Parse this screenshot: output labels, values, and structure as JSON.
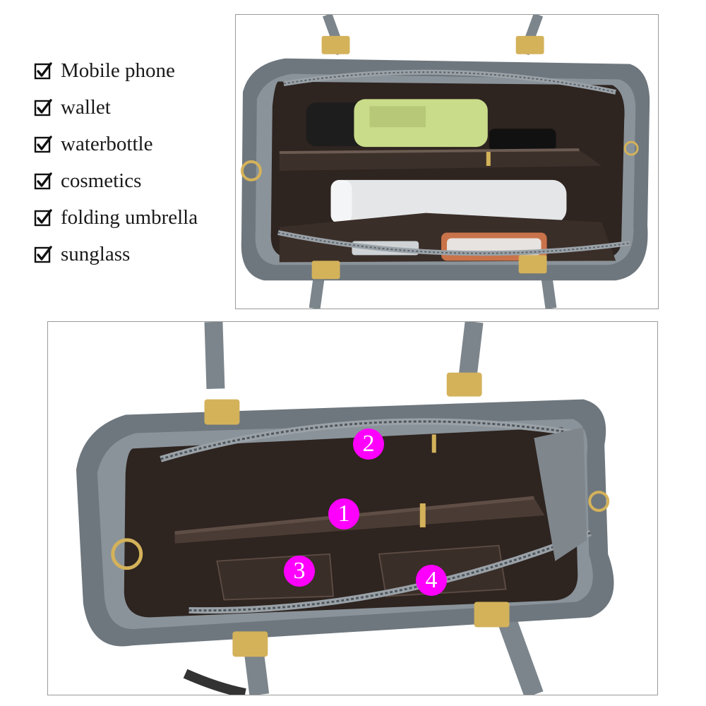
{
  "checklist": {
    "items": [
      {
        "label": "Mobile phone"
      },
      {
        "label": "wallet"
      },
      {
        "label": "waterbottle"
      },
      {
        "label": "cosmetics"
      },
      {
        "label": "folding umbrella"
      },
      {
        "label": "sunglass"
      }
    ]
  },
  "pockets": {
    "badges": [
      "1",
      "2",
      "3",
      "4"
    ],
    "badge_color": "#ff00ff"
  },
  "colors": {
    "bag_leather": "#7c858c",
    "bag_lining": "#2e2420",
    "hardware_gold": "#d4b25a",
    "frame_border": "#9a9a9a"
  },
  "icons": {
    "check": "checkbox-checked-icon"
  }
}
